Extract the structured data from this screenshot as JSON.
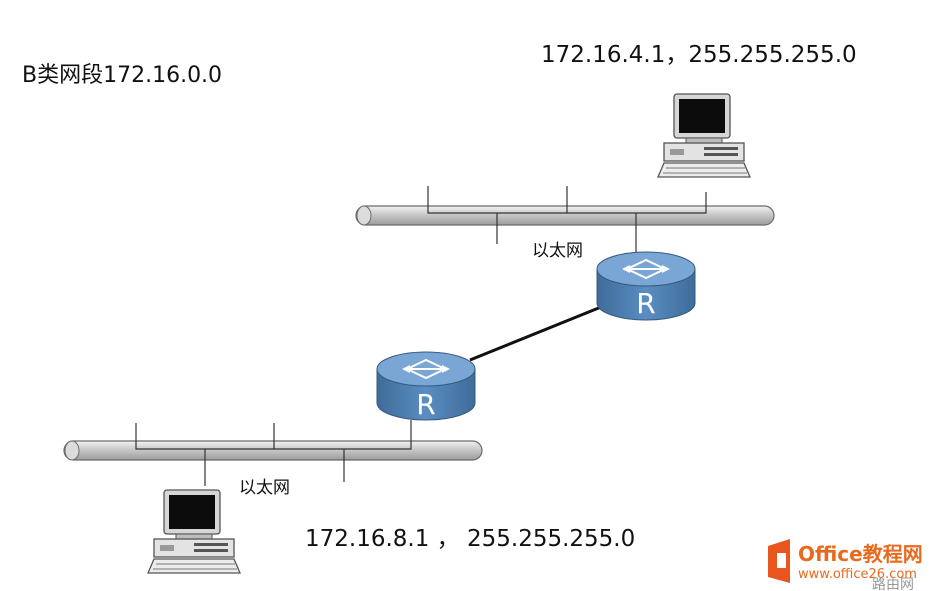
{
  "title": "B类网段172.16.0.0",
  "top_network": {
    "address": "172.16.4.1，255.255.255.0",
    "medium_label": "以太网"
  },
  "bottom_network": {
    "address": "172.16.8.1 ， 255.255.255.0",
    "medium_label": "以太网"
  },
  "router_label": "R",
  "watermark": {
    "brand": "Office教程网",
    "url": "www.office26.com",
    "sub": "路由网"
  },
  "colors": {
    "router_body": "#4f7fae",
    "router_top": "#6c9bd0",
    "bus": "#c8c8c8",
    "link": "#111111"
  }
}
